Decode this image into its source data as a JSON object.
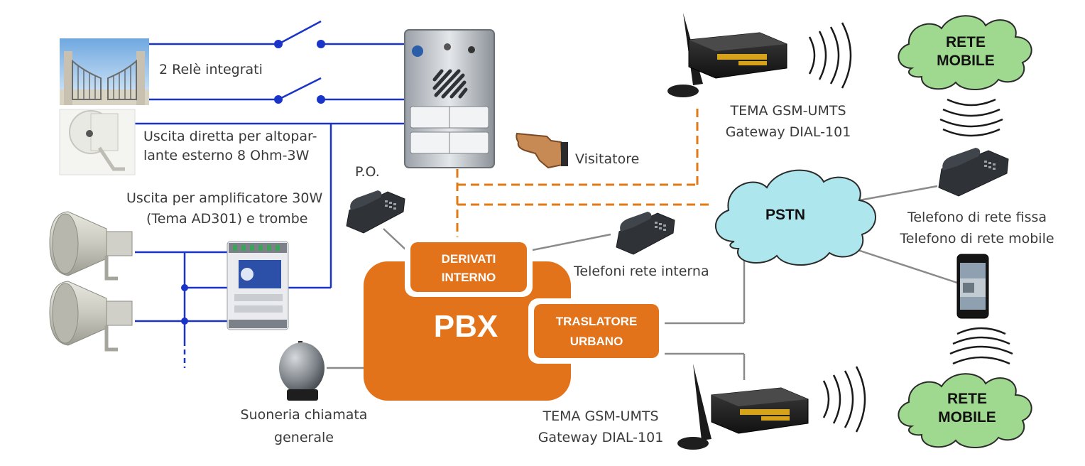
{
  "colors": {
    "blue_wire": "#1a34c8",
    "orange_dashed": "#e07a17",
    "grey_wire": "#8a8a8a",
    "pbx_orange": "#e2731b",
    "cloud_green": "#9fd98f",
    "cloud_cyan": "#aee6ee"
  },
  "labels": {
    "relays": "2 Relè integrati",
    "speaker_out_1": "Uscita diretta per altopar-",
    "speaker_out_2": "lante esterno 8 Ohm-3W",
    "amp_out_1": "Uscita per amplificatore 30W",
    "amp_out_2": "(Tema AD301) e trombe",
    "po": "P.O.",
    "visitor": "Visitatore",
    "internal_phones": "Telefoni rete interna",
    "gateway_top_1": "TEMA GSM-UMTS",
    "gateway_top_2": "Gateway DIAL-101",
    "gateway_bottom_1": "TEMA GSM-UMTS",
    "gateway_bottom_2": "Gateway DIAL-101",
    "bell_1": "Suoneria chiamata",
    "bell_2": "generale",
    "fixed_phone": "Telefono di rete fissa",
    "mobile_phone": "Telefono di rete mobile"
  },
  "pbx": {
    "title": "PBX",
    "extensions_1": "DERIVATI",
    "extensions_2": "INTERNO",
    "trunk_1": "TRASLATORE",
    "trunk_2": "URBANO"
  },
  "clouds": {
    "mobile_top_1": "RETE",
    "mobile_top_2": "MOBILE",
    "pstn": "PSTN",
    "mobile_bottom_1": "RETE",
    "mobile_bottom_2": "MOBILE"
  },
  "icons": [
    "gate-icon",
    "speaker-icon",
    "horn-speaker-icon",
    "amplifier-module-icon",
    "door-intercom-icon",
    "pointing-hand-icon",
    "desk-phone-icon",
    "gsm-gateway-icon",
    "radio-waves-icon",
    "smartphone-icon",
    "bell-icon"
  ]
}
